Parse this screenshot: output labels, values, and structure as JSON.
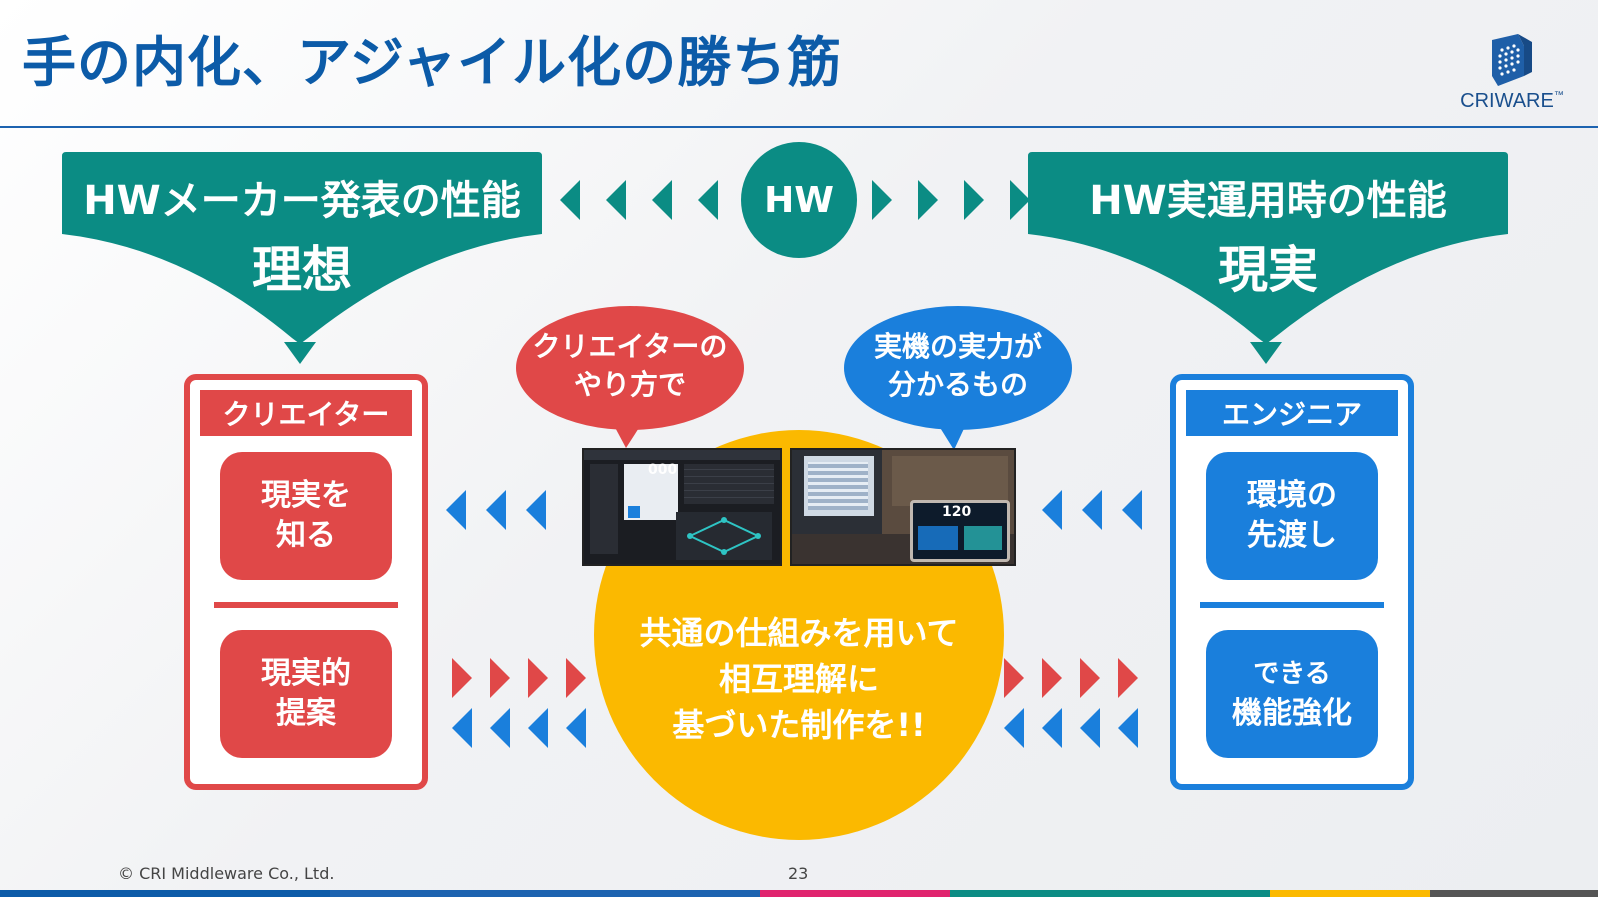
{
  "title": "手の内化、アジャイル化の勝ち筋",
  "logo": {
    "text": "CRIWARE",
    "tm": "™"
  },
  "hw": {
    "label": "HW"
  },
  "left_banner": {
    "subtitle": "HWメーカー発表の性能",
    "headline": "理想"
  },
  "right_banner": {
    "subtitle": "HW実運用時の性能",
    "headline": "現実"
  },
  "creator_panel": {
    "header": "クリエイター",
    "item1": [
      "現実を",
      "知る"
    ],
    "item2": [
      "現実的",
      "提案"
    ]
  },
  "engineer_panel": {
    "header": "エンジニア",
    "item1": [
      "環境の",
      "先渡し"
    ],
    "item2": [
      "できる",
      "機能強化"
    ]
  },
  "bubble_left": [
    "クリエイターの",
    "やり方で"
  ],
  "bubble_right": [
    "実機の実力が",
    "分かるもの"
  ],
  "center_text": [
    "共通の仕組みを用いて",
    "相互理解に",
    "基づいた制作を!!"
  ],
  "screenshot_left": {
    "readout": "000"
  },
  "screenshot_right": {
    "readout": "120"
  },
  "footer": {
    "copyright": "© CRI Middleware Co., Ltd.",
    "page": "23"
  },
  "colors": {
    "title": "#0c5ba8",
    "teal": "#0b8c84",
    "creator_red": "#e04848",
    "engineer_blue": "#1a7fdc",
    "yellow": "#fbb900",
    "arrow_blue": "#1a7fdc",
    "arrow_red": "#e04848"
  },
  "icons": [
    "criware-logo-icon",
    "left-arrow-icon",
    "right-arrow-icon"
  ]
}
